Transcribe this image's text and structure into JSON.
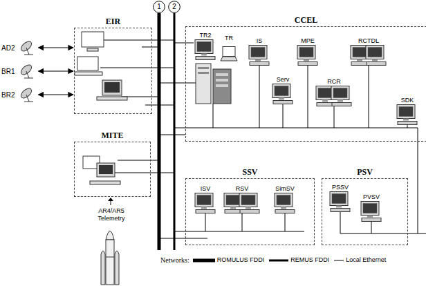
{
  "diagram": {
    "nodes": [
      {
        "text": [
          "AD2"
        ]
      },
      {
        "text": [
          "BR1"
        ]
      },
      {
        "text": [
          "BR2"
        ]
      },
      {
        "text": [
          "EIR"
        ]
      },
      {
        "text": [
          "1"
        ]
      },
      {
        "text": [
          "2"
        ]
      },
      {
        "text": [
          "CCEL"
        ]
      },
      {
        "text": [
          "TR2"
        ],
        "in": 6
      },
      {
        "text": [
          "TR"
        ],
        "in": 6
      },
      {
        "text": [
          "IS"
        ],
        "in": 6
      },
      {
        "text": [
          "MPE"
        ],
        "in": 6
      },
      {
        "text": [
          "RCTDL"
        ],
        "in": 6
      },
      {
        "text": [
          "Serv"
        ],
        "in": 6
      },
      {
        "text": [
          "RCR"
        ],
        "in": 6
      },
      {
        "text": [
          "SDK"
        ],
        "in": 6
      },
      {
        "text": [
          "MITE"
        ]
      },
      {
        "text": [
          "SSV"
        ]
      },
      {
        "text": [
          "ISV"
        ],
        "in": 16
      },
      {
        "text": [
          "RSV"
        ],
        "in": 16
      },
      {
        "text": [
          "SimSV"
        ],
        "in": 16
      },
      {
        "text": [
          "PSV"
        ]
      },
      {
        "text": [
          "PSSV"
        ],
        "in": 20
      },
      {
        "text": [
          "PVSV"
        ],
        "in": 20
      }
    ],
    "edges": [
      {
        "from": 0,
        "to": 3,
        "arrow": "both"
      },
      {
        "from": 1,
        "to": 3,
        "arrow": "both"
      },
      {
        "from": 2,
        "to": 3,
        "arrow": "both"
      }
    ],
    "labels": [
      "AR4/AR5 Telemetry",
      "Networks:"
    ],
    "legend": [
      {
        "text": "ROMULUS FDDI"
      },
      {
        "text": "REMUS FDDI"
      },
      {
        "text": "Local Ethernet"
      }
    ]
  }
}
